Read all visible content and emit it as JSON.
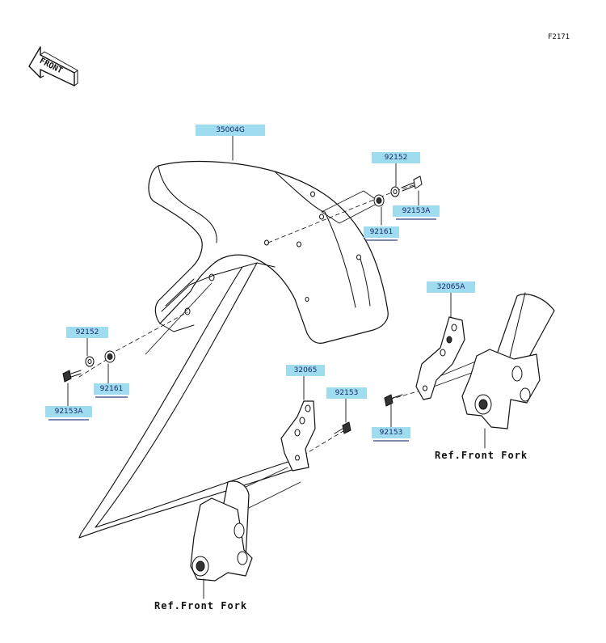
{
  "figure_code": "F2171",
  "front_arrow_text": "FRONT",
  "labels": [
    {
      "id": "fender",
      "text": "35004G"
    },
    {
      "id": "washer-top",
      "text": "92152"
    },
    {
      "id": "bolt-top",
      "text": "92153A"
    },
    {
      "id": "nut-top",
      "text": "92161"
    },
    {
      "id": "bracket-right",
      "text": "32065A"
    },
    {
      "id": "washer-left",
      "text": "92152"
    },
    {
      "id": "nut-left",
      "text": "92161"
    },
    {
      "id": "bolt-left",
      "text": "92153A"
    },
    {
      "id": "bracket-center",
      "text": "32065"
    },
    {
      "id": "bolt-center",
      "text": "92153"
    },
    {
      "id": "bolt-right",
      "text": "92153"
    }
  ],
  "ref_right": "Ref.Front Fork",
  "ref_left": "Ref.Front Fork"
}
